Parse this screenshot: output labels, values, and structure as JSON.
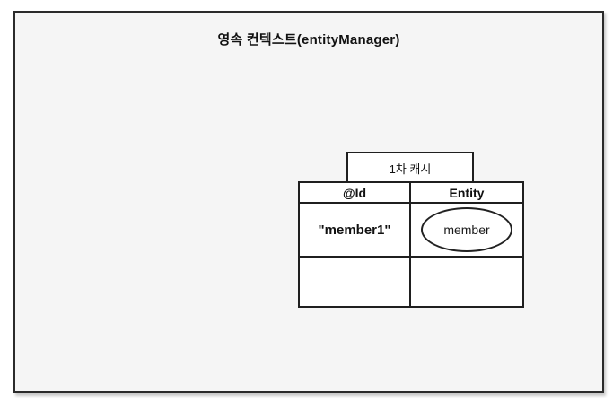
{
  "diagram": {
    "title": "영속 컨텍스트(entityManager)",
    "cache_label": "1차 캐시",
    "table": {
      "headers": [
        "@Id",
        "Entity"
      ],
      "rows": [
        {
          "id": "\"member1\"",
          "entity": "member"
        },
        {
          "id": "",
          "entity": ""
        }
      ]
    }
  },
  "colors": {
    "canvas_background": "#f5f5f5",
    "box_background": "#ffffff",
    "border": "#1f1f1f",
    "text": "#111111"
  }
}
